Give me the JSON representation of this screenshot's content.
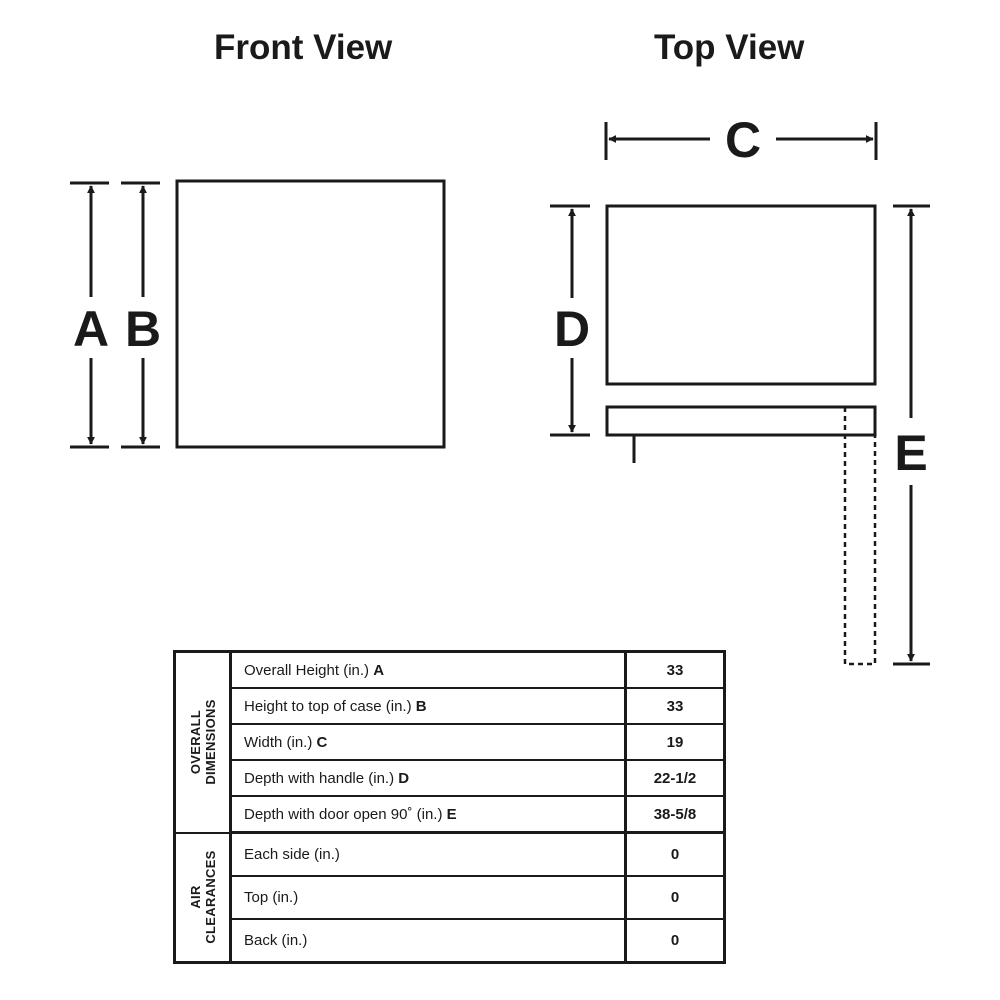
{
  "views": {
    "front_title": "Front View",
    "top_title": "Top View"
  },
  "dimension_letters": {
    "a": "A",
    "b": "B",
    "c": "C",
    "d": "D",
    "e": "E"
  },
  "table": {
    "groups": [
      {
        "name": "OVERALL\nDIMENSIONS",
        "rows": [
          {
            "label": "Overall Height (in.)",
            "letter": "A",
            "value": "33"
          },
          {
            "label": "Height to top of case (in.)",
            "letter": "B",
            "value": "33"
          },
          {
            "label": "Width (in.)",
            "letter": "C",
            "value": "19"
          },
          {
            "label": "Depth with handle (in.)",
            "letter": "D",
            "value": "22-1/2"
          },
          {
            "label": "Depth with door open 90˚ (in.)",
            "letter": "E",
            "value": "38-5/8"
          }
        ]
      },
      {
        "name": "AIR\nCLEARANCES",
        "rows": [
          {
            "label": "Each side (in.)",
            "letter": "",
            "value": "0"
          },
          {
            "label": "Top (in.)",
            "letter": "",
            "value": "0"
          },
          {
            "label": "Back (in.)",
            "letter": "",
            "value": "0"
          }
        ]
      }
    ]
  }
}
